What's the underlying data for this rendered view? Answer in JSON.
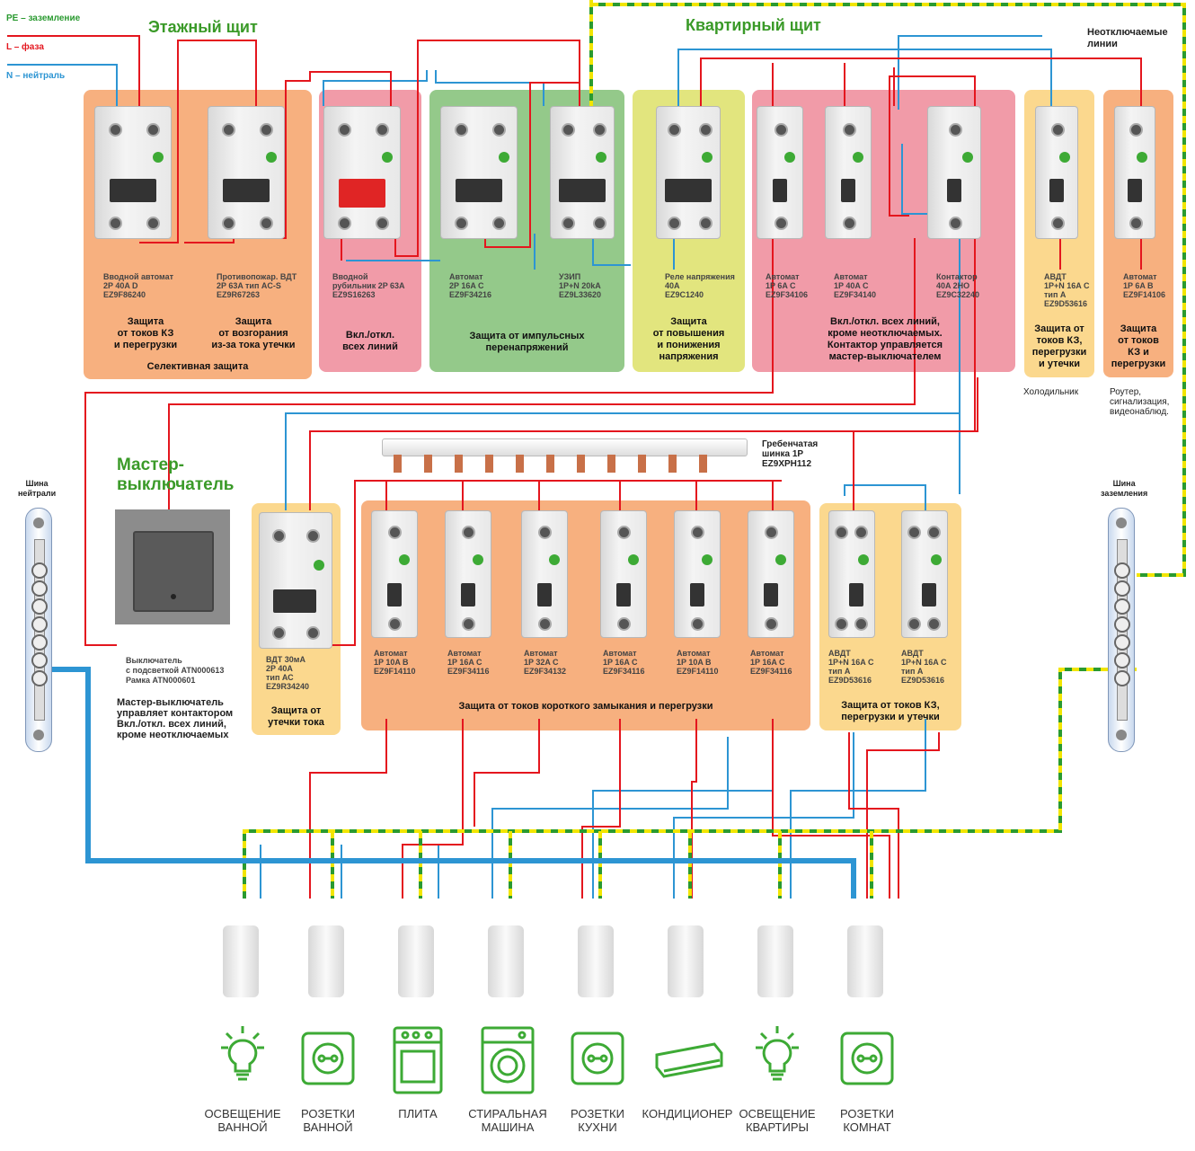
{
  "legend": {
    "pe": "PE – заземление",
    "l": "L – фаза",
    "n": "N – нейтраль"
  },
  "colors": {
    "pe_green": "#2a9a30",
    "pe_yellow": "#f2e500",
    "phase": "#e4161e",
    "neutral": "#2d95d3",
    "title": "#3a9a28"
  },
  "titles": {
    "floor_panel": "Этажный щит",
    "apartment_panel": "Квартирный щит",
    "master_switch": "Мастер-\nвыключатель",
    "unswitched": "Неотключаемые\nлинии"
  },
  "top_devices": [
    {
      "label": "Вводной автомат\n2P 40A D\nEZ9F86240"
    },
    {
      "label": "Противопожар. ВДТ\n2P 63A тип AC-S\nEZ9R67263"
    },
    {
      "label": "Вводной\nрубильник 2P 63A\nEZ9S16263"
    },
    {
      "label": "Автомат\n2P 16A C\nEZ9F34216"
    },
    {
      "label": "УЗИП\n1P+N 20kA\nEZ9L33620"
    },
    {
      "label": "Реле напряжения\n40A\nEZ9C1240"
    },
    {
      "label": "Автомат\n1P 6A C\nEZ9F34106"
    },
    {
      "label": "Автомат\n1P 40A C\nEZ9F34140"
    },
    {
      "label": "Контактор\n40A 2HO\nEZ9C32240"
    },
    {
      "label": "АВДТ\n1P+N 16A C\nтип А\nEZ9D53616"
    },
    {
      "label": "Автомат\n1P 6A B\nEZ9F14106"
    }
  ],
  "top_captions": {
    "kz": "Защита\nот токов КЗ\nи перегрузки",
    "fire": "Защита\nот возгорания\nиз-за тока утечки",
    "selective": "Селективная защита",
    "all_lines": "Вкл./откл.\nвсех линий",
    "surge": "Защита от импульсных\nперенапряжений",
    "voltage": "Защита\nот повышения\nи понижения\nнапряжения",
    "contactor": "Вкл./откл. всех линий,\nкроме неотключаемых.\nКонтактор управляется\nмастер-выключателем",
    "avdt": "Защита от\nтоков КЗ,\nперегрузки\nи утечки",
    "auto6": "Защита\nот токов\nКЗ и\nперегрузки"
  },
  "fridge": "Холодильник",
  "router": "Роутер,\nсигнализация,\nвидеонаблюд.",
  "busbar": "Гребенчатая\nшинка 1P\nEZ9XPH112",
  "neutral_bus": "Шина\nнейтрали",
  "ground_bus": "Шина\nзаземления",
  "switch_label": "Выключатель\nс подсветкой ATN000613\nРамка ATN000601",
  "switch_note": "Мастер-выключатель\nуправляет контактором\nВкл./откл. всех линий,\nкроме неотключаемых",
  "rcd": {
    "label": "ВДТ 30мА\n2P 40A\nтип АС\nEZ9R34240",
    "caption": "Защита от\nутечки тока"
  },
  "bottom_devices": [
    {
      "label": "Автомат\n1P 10A B\nEZ9F14110"
    },
    {
      "label": "Автомат\n1P 16A C\nEZ9F34116"
    },
    {
      "label": "Автомат\n1P 32A C\nEZ9F34132"
    },
    {
      "label": "Автомат\n1P 16A C\nEZ9F34116"
    },
    {
      "label": "Автомат\n1P 10A B\nEZ9F14110"
    },
    {
      "label": "Автомат\n1P 16A C\nEZ9F34116"
    }
  ],
  "bottom_caption": "Защита от токов короткого замыкания и перегрузки",
  "avdt_bottom": [
    {
      "label": "АВДТ\n1P+N 16A C\nтип А\nEZ9D53616"
    },
    {
      "label": "АВДТ\n1P+N 16A C\nтип А\nEZ9D53616"
    }
  ],
  "avdt_bottom_caption": "Защита от токов КЗ,\nперегрузки и утечки",
  "consumers": [
    {
      "label": "ОСВЕЩЕНИЕ\nВАННОЙ",
      "icon": "bulb-icon"
    },
    {
      "label": "РОЗЕТКИ\nВАННОЙ",
      "icon": "socket-icon"
    },
    {
      "label": "ПЛИТА",
      "icon": "stove-icon"
    },
    {
      "label": "СТИРАЛЬНАЯ\nМАШИНА",
      "icon": "washer-icon"
    },
    {
      "label": "РОЗЕТКИ\nКУХНИ",
      "icon": "socket-icon"
    },
    {
      "label": "КОНДИЦИОНЕР",
      "icon": "aircon-icon"
    },
    {
      "label": "ОСВЕЩЕНИЕ\nКВАРТИРЫ",
      "icon": "bulb-icon"
    },
    {
      "label": "РОЗЕТКИ\nКОМНАТ",
      "icon": "socket-icon"
    }
  ]
}
